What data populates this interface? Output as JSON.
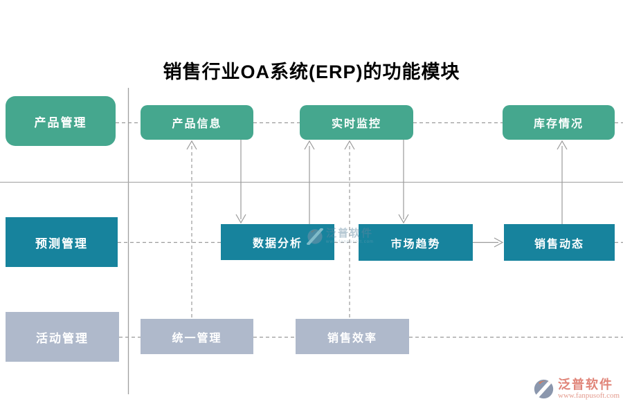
{
  "title": "销售行业OA系统(ERP)的功能模块",
  "colors": {
    "green": "#45a78e",
    "teal": "#17839d",
    "gray": "#afb9cb",
    "line": "#9a9a9a",
    "salmon": "#e08478"
  },
  "lanes": [
    {
      "id": "product",
      "label": "产品管理",
      "color": "#45a78e"
    },
    {
      "id": "forecast",
      "label": "预测管理",
      "color": "#17839d"
    },
    {
      "id": "activity",
      "label": "活动管理",
      "color": "#afb9cb"
    }
  ],
  "nodes": {
    "product_mgmt": {
      "label": "产品管理",
      "lane": "product"
    },
    "product_info": {
      "label": "产品信息",
      "lane": "product"
    },
    "realtime_monitor": {
      "label": "实时监控",
      "lane": "product"
    },
    "inventory_status": {
      "label": "库存情况",
      "lane": "product"
    },
    "forecast_mgmt": {
      "label": "预测管理",
      "lane": "forecast"
    },
    "data_analysis": {
      "label": "数据分析",
      "lane": "forecast"
    },
    "market_trend": {
      "label": "市场趋势",
      "lane": "forecast"
    },
    "sales_dynamics": {
      "label": "销售动态",
      "lane": "forecast"
    },
    "activity_mgmt": {
      "label": "活动管理",
      "lane": "activity"
    },
    "unified_mgmt": {
      "label": "统一管理",
      "lane": "activity"
    },
    "sales_efficiency": {
      "label": "销售效率",
      "lane": "activity"
    }
  },
  "edges": [
    {
      "from": "product_info",
      "to": "data_analysis",
      "style": "solid",
      "direction": "down"
    },
    {
      "from": "data_analysis",
      "to": "realtime_monitor",
      "style": "solid",
      "direction": "up"
    },
    {
      "from": "realtime_monitor",
      "to": "market_trend",
      "style": "solid",
      "direction": "down"
    },
    {
      "from": "sales_dynamics",
      "to": "inventory_status",
      "style": "solid",
      "direction": "up"
    },
    {
      "from": "market_trend",
      "to": "sales_dynamics",
      "style": "solid",
      "direction": "right"
    },
    {
      "from": "unified_mgmt",
      "to": "product_info",
      "style": "dashed",
      "direction": "up"
    },
    {
      "from": "sales_efficiency",
      "to": "realtime_monitor",
      "style": "dashed",
      "direction": "up"
    }
  ],
  "watermark": {
    "brand": "泛普软件",
    "url": "www.fanpusoft.com"
  }
}
